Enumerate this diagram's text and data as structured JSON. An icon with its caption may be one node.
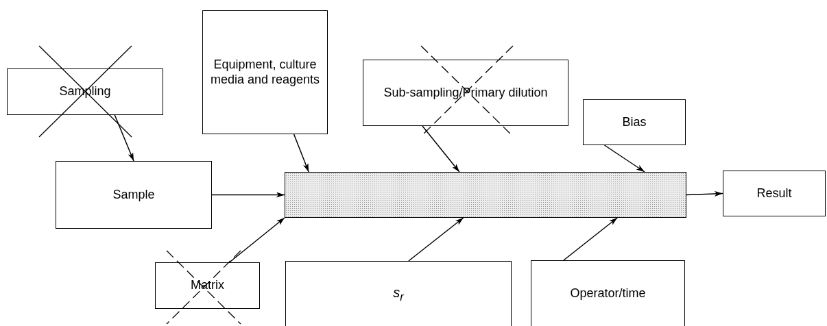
{
  "diagram": {
    "nodes": [
      {
        "text": [
          "Sampling"
        ]
      },
      {
        "text": [
          "Equipment, culture media and reagents"
        ]
      },
      {
        "text": [
          "Sub-sampling/Primary dilution"
        ]
      },
      {
        "text": [
          "Bias"
        ]
      },
      {
        "text": [
          "Sample"
        ]
      },
      {
        "text": [],
        "shape": "bar"
      },
      {
        "text": [
          "Result"
        ]
      },
      {
        "text": [
          "Matrix"
        ]
      },
      {
        "text": [
          "s$_{r}$"
        ]
      },
      {
        "text": [
          "Operator/time"
        ]
      }
    ],
    "edges": [
      {
        "from": 0,
        "to": 4,
        "arrow": "to"
      },
      {
        "from": 1,
        "to": 5,
        "arrow": "to"
      },
      {
        "from": 4,
        "to": 5,
        "arrow": "to"
      },
      {
        "from": 2,
        "to": 5,
        "arrow": "to"
      },
      {
        "from": 3,
        "to": 5,
        "arrow": "to"
      },
      {
        "from": 5,
        "to": 6,
        "arrow": "to"
      },
      {
        "from": 7,
        "to": 5,
        "arrow": "to"
      },
      {
        "from": 8,
        "to": 5,
        "arrow": "to"
      },
      {
        "from": 9,
        "to": 5,
        "arrow": "to"
      }
    ]
  }
}
